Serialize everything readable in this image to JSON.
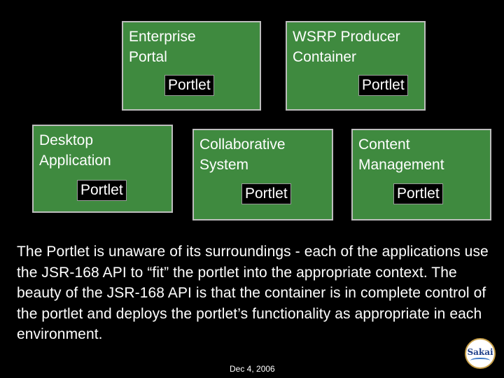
{
  "boxes": {
    "enterprise_portal": {
      "title": "Enterprise\nPortal",
      "portlet": "Portlet"
    },
    "wsrp_producer": {
      "title": "WSRP Producer\nContainer",
      "portlet": "Portlet"
    },
    "desktop_application": {
      "title": "Desktop\nApplication",
      "portlet": "Portlet"
    },
    "collaborative_system": {
      "title": "Collaborative\nSystem",
      "portlet": "Portlet"
    },
    "content_management": {
      "title": "Content\nManagement",
      "portlet": "Portlet"
    }
  },
  "caption": "The Portlet is unaware of its surroundings - each of the applications use the JSR-168 API to “fit” the portlet into the appropriate context.  The beauty of the JSR-168 API is that the container is in complete control of the portlet and deploys the portlet’s functionality as appropriate in each environment.",
  "footer": {
    "date": "Dec 4, 2006"
  },
  "logo": {
    "text": "Sakai"
  },
  "colors": {
    "box_fill": "#3f8a3f",
    "box_border": "#bdbdbd",
    "background": "#000000"
  }
}
